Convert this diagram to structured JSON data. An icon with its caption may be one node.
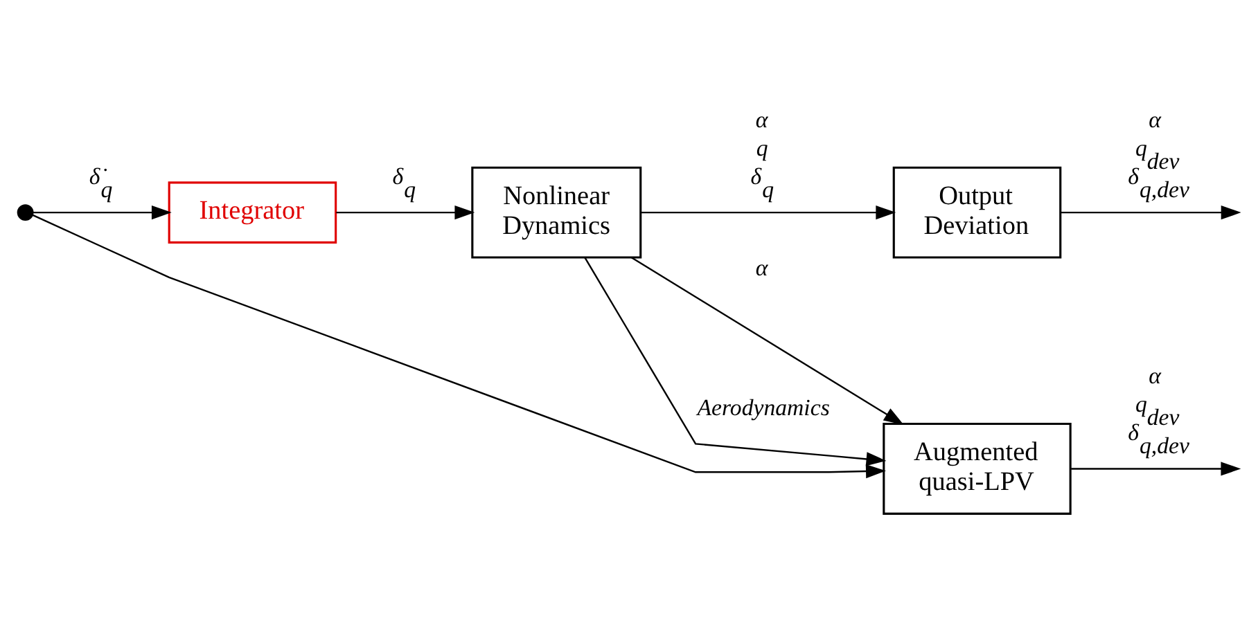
{
  "diagram": {
    "nodes": [
      {
        "text": [],
        "shape": "circle"
      },
      {
        "text": [
          "Integrator"
        ]
      },
      {
        "text": [
          "Nonlinear Dynamics"
        ]
      },
      {
        "text": [
          "Output Deviation"
        ]
      },
      {
        "text": [
          "Augmented quasi-LPV"
        ]
      }
    ],
    "edges": [
      {
        "from": 0,
        "to": 1,
        "arrow": "to",
        "label": "δ̇$_{q}$"
      },
      {
        "from": 1,
        "to": 2,
        "arrow": "to",
        "label": "δ$_{q}$"
      },
      {
        "from": 2,
        "to": 3,
        "arrow": "to",
        "label": "α q δ$_{q}$"
      },
      {
        "from": 3,
        "to": null,
        "arrow": "to",
        "label": "α q$_{dev}$ δ$_{q,dev}$"
      },
      {
        "from": 2,
        "to": 4,
        "arrow": "to",
        "label": "α"
      },
      {
        "from": 2,
        "to": 4,
        "arrow": "to",
        "label": "Aerodynamics"
      },
      {
        "from": 0,
        "to": 4,
        "arrow": "to"
      },
      {
        "from": 4,
        "to": null,
        "arrow": "to",
        "label": "α q$_{dev}$ δ$_{q,dev}$"
      }
    ]
  }
}
